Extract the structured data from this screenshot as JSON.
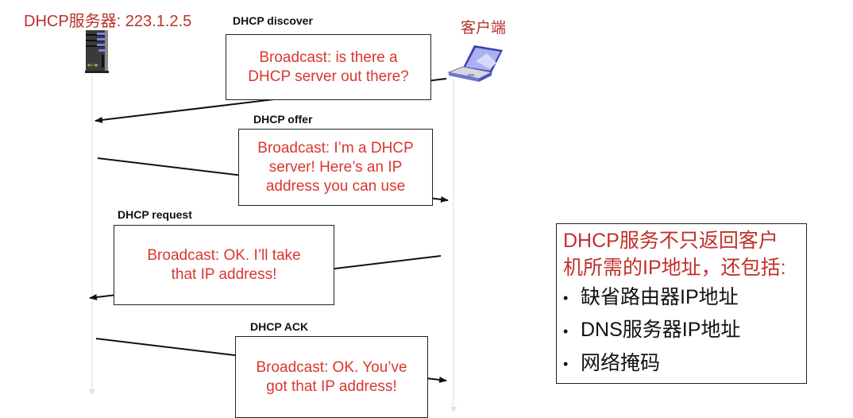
{
  "server": {
    "label": "DHCP服务器: 223.1.2.5",
    "icon": "server-icon"
  },
  "client": {
    "label": "客户端",
    "icon": "laptop-icon"
  },
  "messages": [
    {
      "name": "DHCP discover",
      "text_line1": "Broadcast: is there a",
      "text_line2": "DHCP server out there?",
      "text_line3": "",
      "direction": "client-to-server"
    },
    {
      "name": "DHCP offer",
      "text_line1": "Broadcast: I’m a DHCP",
      "text_line2": "server! Here’s an IP",
      "text_line3": "address you can use",
      "direction": "server-to-client"
    },
    {
      "name": "DHCP request",
      "text_line1": "Broadcast: OK.  I’ll take",
      "text_line2": "that IP address!",
      "text_line3": "",
      "direction": "client-to-server"
    },
    {
      "name": "DHCP ACK",
      "text_line1": "Broadcast: OK.  You’ve",
      "text_line2": "got that IP address!",
      "text_line3": "",
      "direction": "server-to-client"
    }
  ],
  "note": {
    "title_line1": "DHCP服务不只返回客户",
    "title_line2": "机所需的IP地址，还包括:",
    "bullet": "•",
    "items": [
      "缺省路由器IP地址",
      "DNS服务器IP地址",
      "网络掩码"
    ]
  }
}
